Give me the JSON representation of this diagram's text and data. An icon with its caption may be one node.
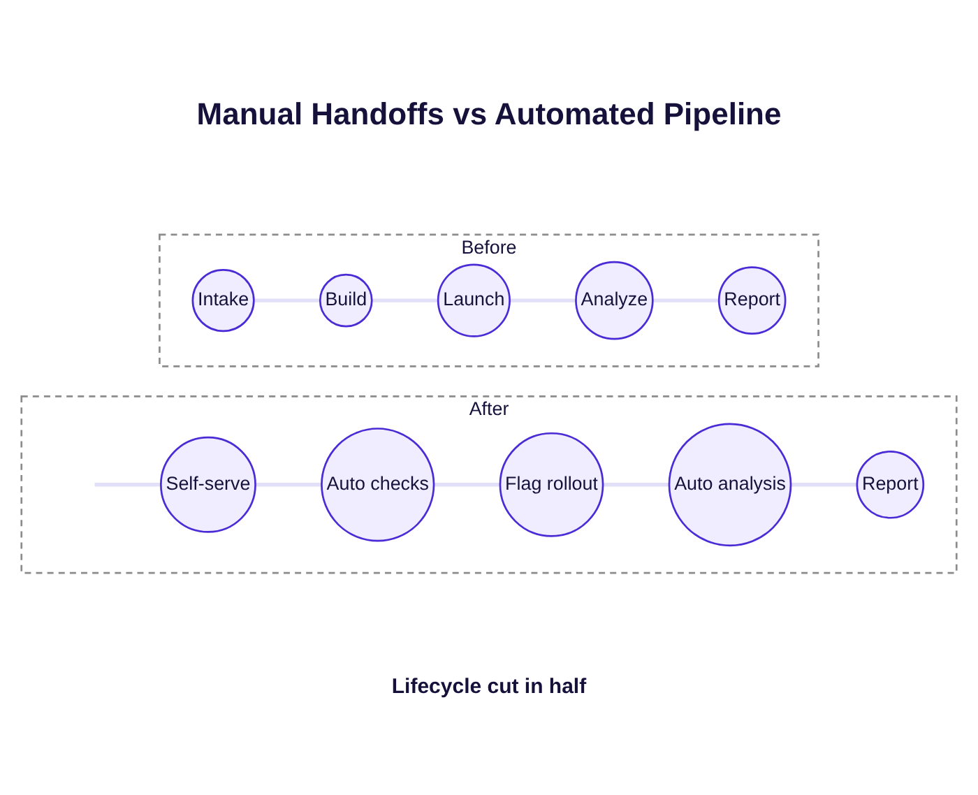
{
  "diagram": {
    "title": "Manual Handoffs vs Automated Pipeline",
    "caption": "Lifecycle cut in half",
    "nodes": [
      {
        "text": [
          "Before"
        ]
      },
      {
        "text": [
          "Intake"
        ],
        "in": 0
      },
      {
        "text": [
          "Build"
        ],
        "in": 0
      },
      {
        "text": [
          "Launch"
        ],
        "in": 0
      },
      {
        "text": [
          "Analyze"
        ],
        "in": 0
      },
      {
        "text": [
          "Report"
        ],
        "in": 0
      },
      {
        "text": [
          "After"
        ]
      },
      {
        "text": [
          "Self-serve"
        ],
        "in": 6
      },
      {
        "text": [
          "Auto checks"
        ],
        "in": 6
      },
      {
        "text": [
          "Flag rollout"
        ],
        "in": 6
      },
      {
        "text": [
          "Auto analysis"
        ],
        "in": 6
      },
      {
        "text": [
          "Report"
        ],
        "in": 6
      }
    ],
    "edges": [
      {
        "from": 1,
        "to": 2,
        "arrow": "none"
      },
      {
        "from": 2,
        "to": 3,
        "arrow": "none"
      },
      {
        "from": 3,
        "to": 4,
        "arrow": "none"
      },
      {
        "from": 4,
        "to": 5,
        "arrow": "none"
      },
      {
        "from": null,
        "to": 7,
        "arrow": "none"
      },
      {
        "from": 7,
        "to": 8,
        "arrow": "none"
      },
      {
        "from": 8,
        "to": 9,
        "arrow": "none"
      },
      {
        "from": 9,
        "to": 10,
        "arrow": "none"
      },
      {
        "from": 10,
        "to": 11,
        "arrow": "none"
      }
    ]
  }
}
